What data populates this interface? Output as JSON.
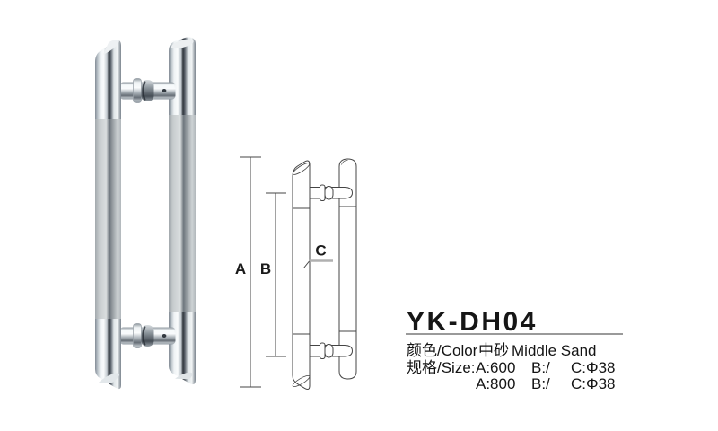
{
  "product": {
    "model": "YK-DH04",
    "color": {
      "label": "颜色/Color",
      "value_cn": "中砂",
      "value_en": "Middle Sand"
    },
    "size": {
      "label": "规格/Size:",
      "rows": [
        {
          "a": "A:600",
          "b": "B:/",
          "c": "C:Φ38"
        },
        {
          "a": "A:800",
          "b": "B:/",
          "c": "C:Φ38"
        }
      ]
    }
  },
  "drawing": {
    "labels": {
      "a": "A",
      "b": "B",
      "c": "C"
    }
  },
  "colors": {
    "background": "#ffffff",
    "text": "#141414",
    "divider": "#9a9a9a",
    "drawing_line": "#444444",
    "c_underline": "#b0b0b0",
    "chrome_light": "#f4f6f7",
    "chrome_mid": "#aeb6bc",
    "chrome_dark": "#30363d",
    "satin_finish": "#c4c8ca"
  }
}
